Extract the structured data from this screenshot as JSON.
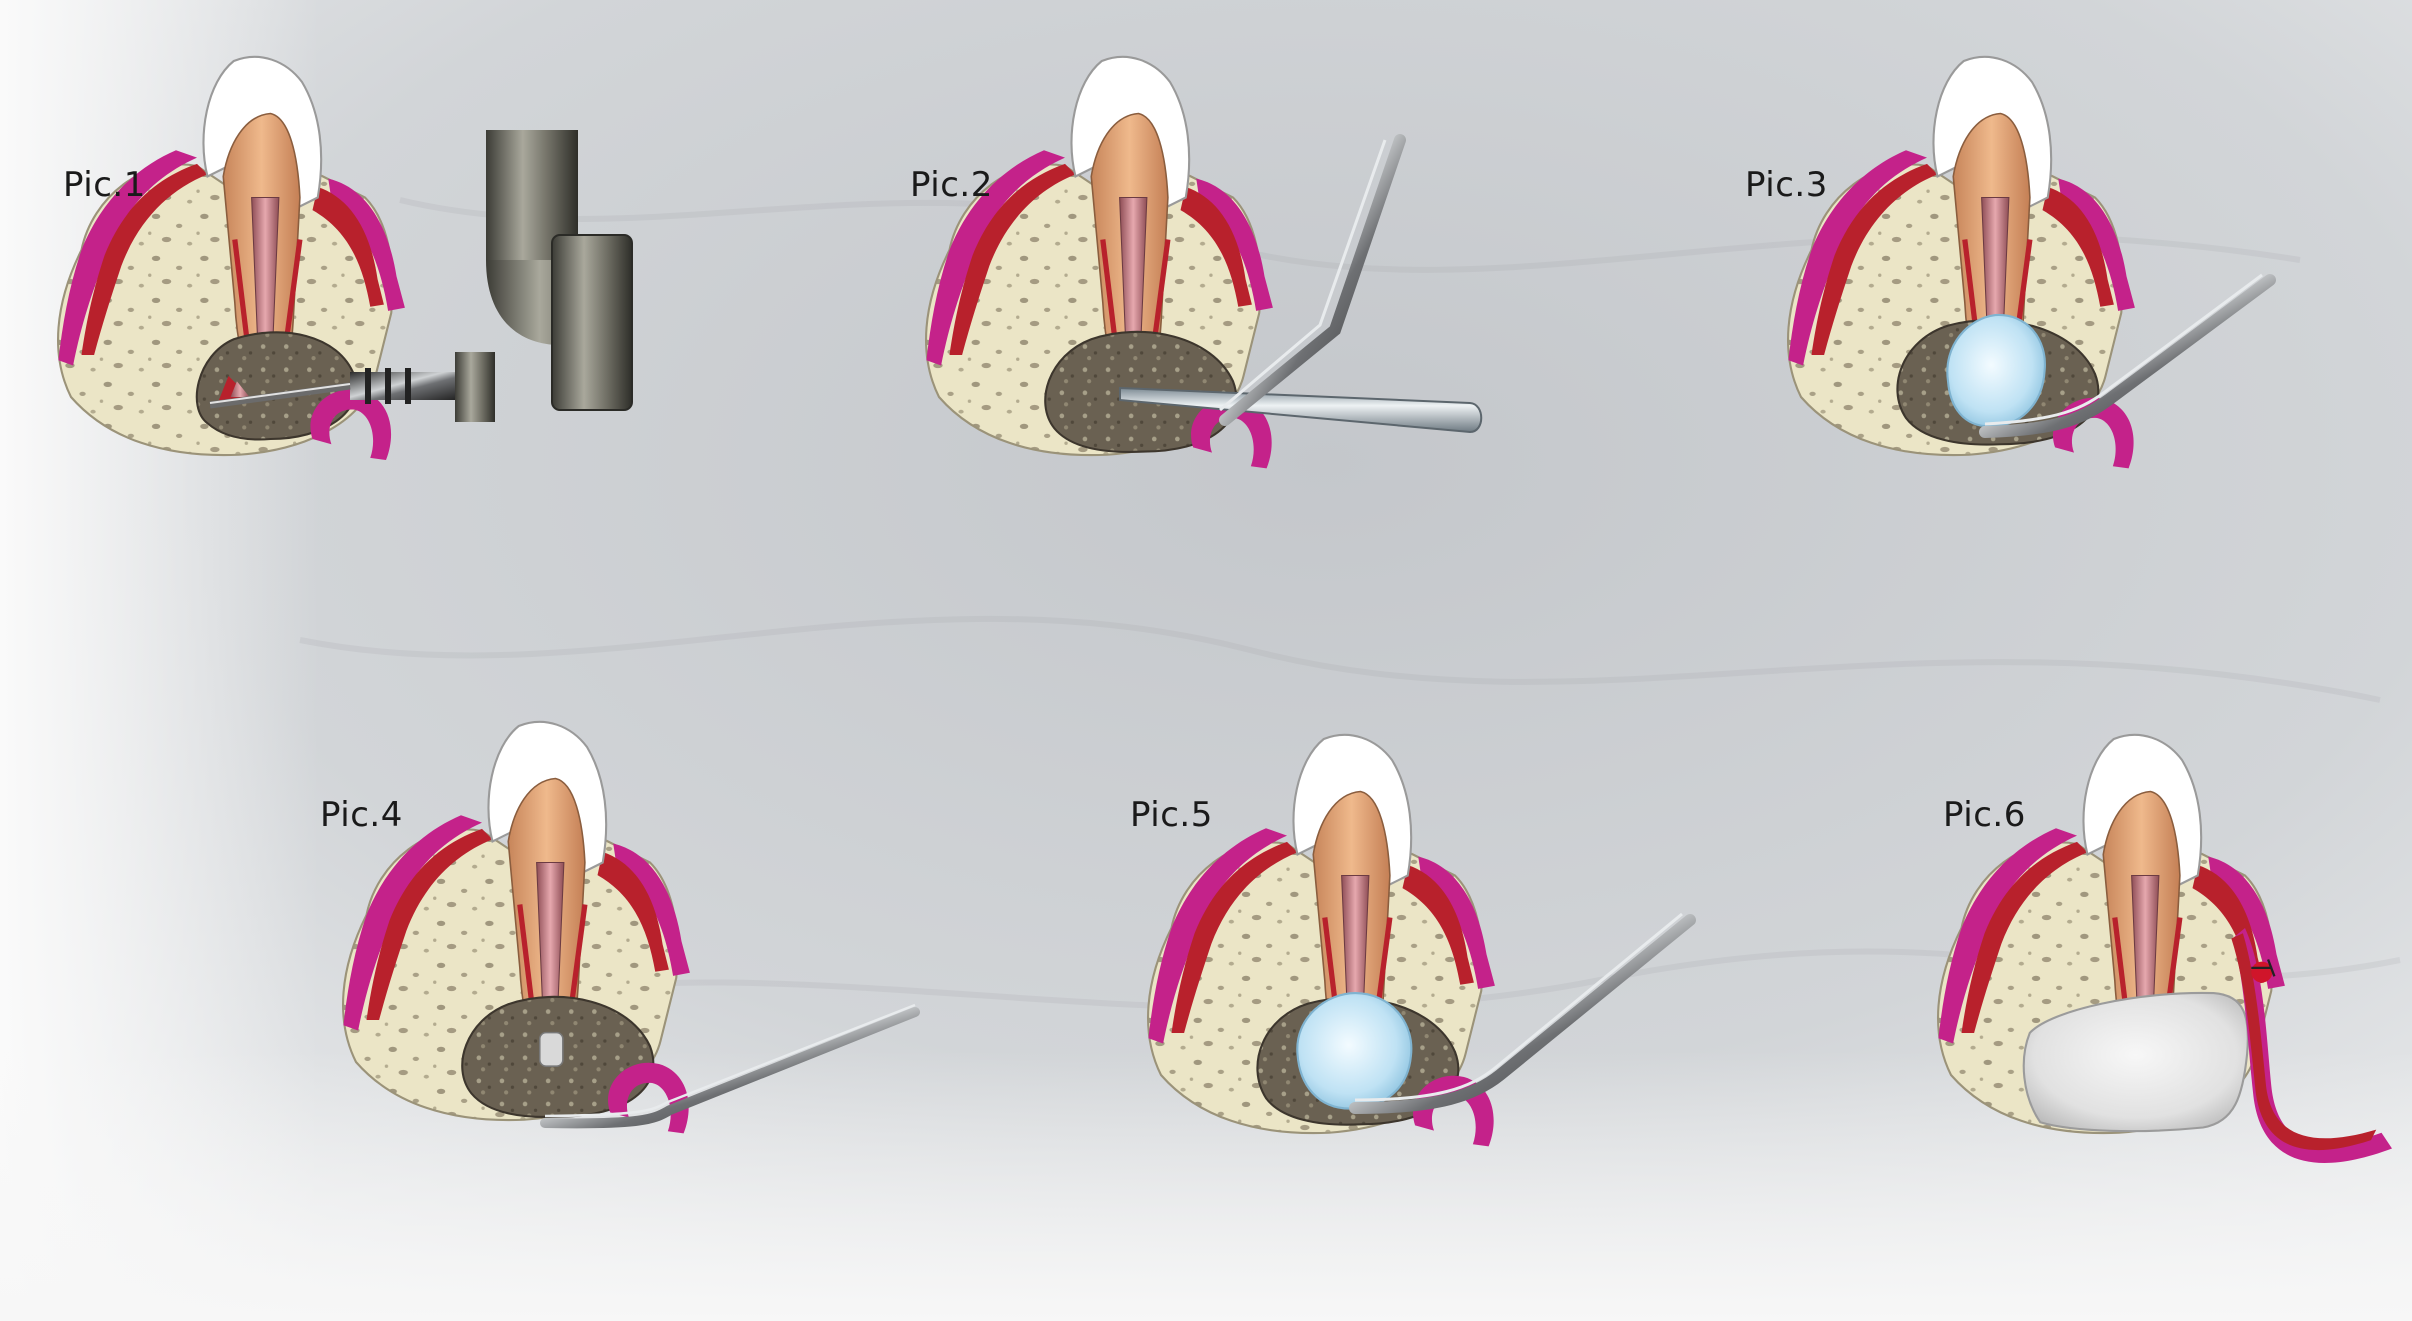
{
  "labels": {
    "pic1": "Pic.1",
    "pic2": "Pic.2",
    "pic3": "Pic.3",
    "pic4": "Pic.4",
    "pic5": "Pic.5",
    "pic6": "Pic.6"
  },
  "colors": {
    "background_light": "#f2f3f4",
    "background_mid": "#c8cbcf",
    "bone": "#e9e3c4",
    "bone_pore": "#8d836b",
    "gingiva_red": "#b8212c",
    "gingiva_magenta": "#c4228a",
    "enamel": "#ffffff",
    "dentin": "#dc9c6c",
    "canal_pink": "#c97a82",
    "lesion_dark": "#5a5246",
    "graft_blue": "#bfe3f5",
    "graft_white": "#e6e6e6",
    "metal_dark": "#3a3a3a",
    "metal_light": "#c8cccf",
    "suture": "#222222"
  }
}
